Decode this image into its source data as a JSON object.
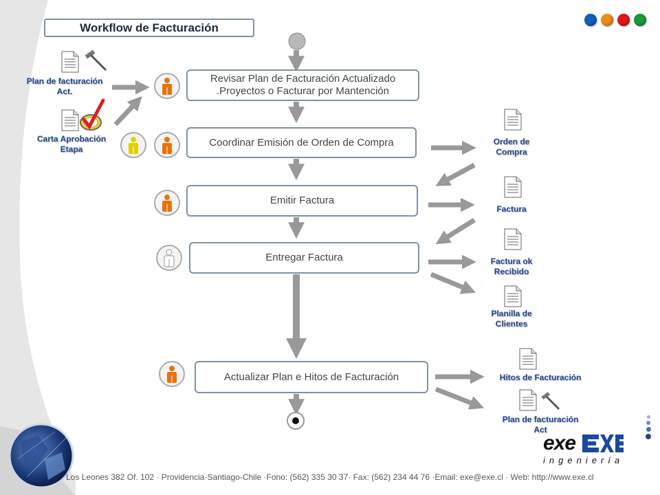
{
  "title": "Workflow de Facturación",
  "colors": {
    "dot_blue": "#1060b8",
    "dot_orange": "#f08c1c",
    "dot_red": "#e01818",
    "dot_green": "#1a9a3a",
    "accent": "#24478f"
  },
  "steps": [
    {
      "line1": "Revisar Plan de Facturación Actualizado",
      "line2": ".Proyectos o Facturar por Mantención"
    },
    {
      "line1": "Coordinar Emisión de Orden de Compra"
    },
    {
      "line1": "Emitir Factura"
    },
    {
      "line1": "Entregar Factura"
    },
    {
      "line1": "Actualizar Plan e Hitos de Facturación"
    }
  ],
  "inputs": [
    {
      "line1": "Plan de facturación",
      "line2": "Act."
    },
    {
      "line1": "Carta Aprobación",
      "line2": "Etapa"
    }
  ],
  "outputs": [
    {
      "line1": "Orden de",
      "line2": "Compra"
    },
    {
      "line1": "Factura"
    },
    {
      "line1": "Factura ok",
      "line2": "Recibido"
    },
    {
      "line1": "Planilla de",
      "line2": "Clientes"
    },
    {
      "line1": "Hitos de Facturación"
    },
    {
      "line1": "Plan de facturación",
      "line2": "Act"
    }
  ],
  "logo": {
    "word": "exe",
    "sub": "ingeniería"
  },
  "footer": "Los Leones 382 Of. 102 · Providencia·Santiago-Chile ·Fono: (562) 335 30 37· Fax: (562) 234 44 76 ·Email: exe@exe.cl · Web: http://www.exe.cl"
}
